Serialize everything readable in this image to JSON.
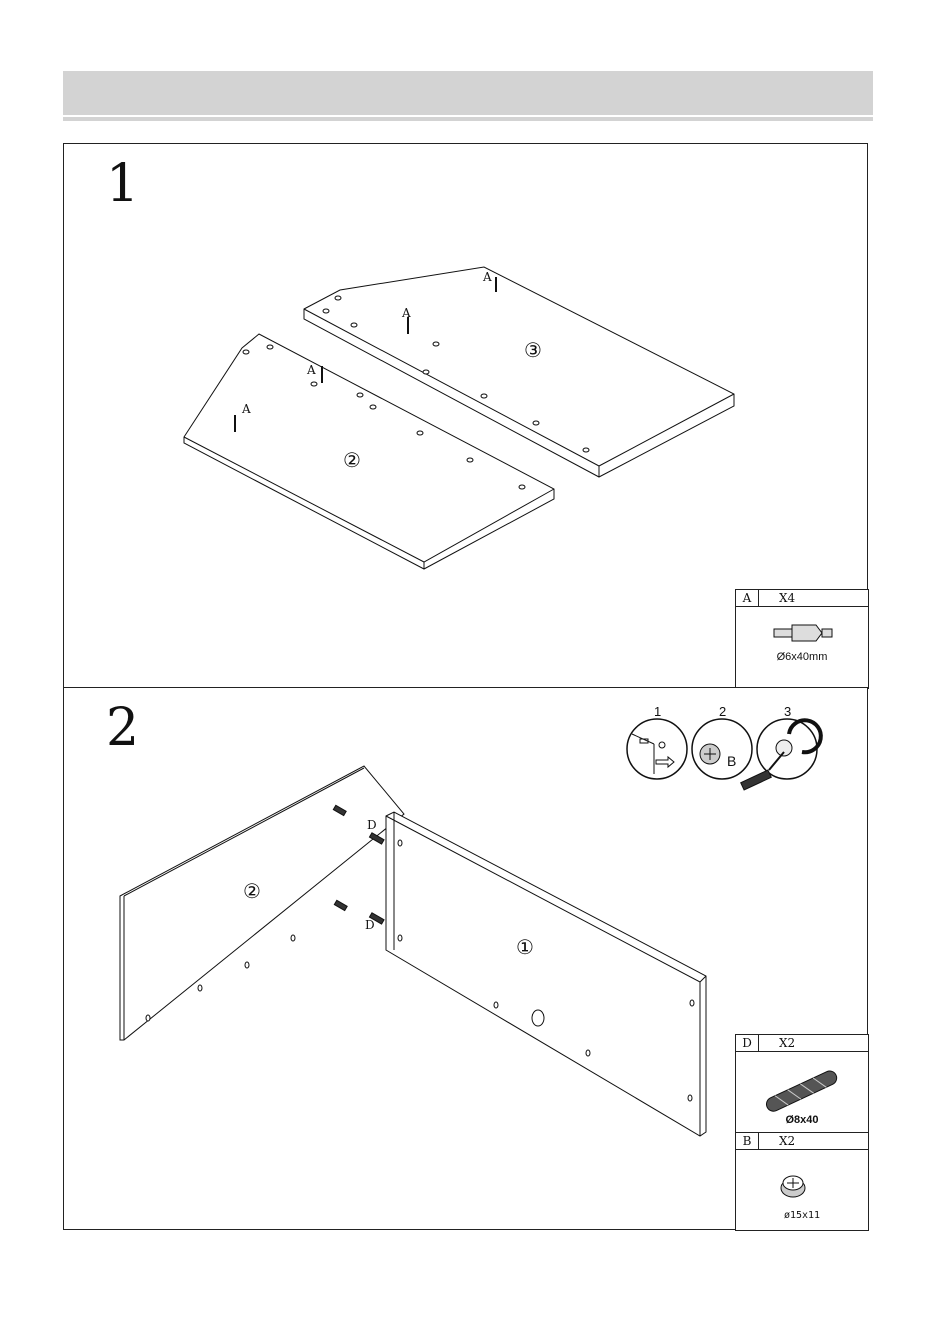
{
  "steps": [
    {
      "number": "1",
      "panel_labels": [
        "③",
        "②"
      ],
      "part_callouts": [
        "A",
        "A",
        "A",
        "A"
      ],
      "hardware": [
        {
          "letter": "A",
          "quantity": "X4",
          "size": "Ø6x40mm",
          "icon": "cam-bolt-icon"
        }
      ]
    },
    {
      "number": "2",
      "panel_labels": [
        "②",
        "①"
      ],
      "part_callouts": [
        "D",
        "D"
      ],
      "inset_steps": [
        "1",
        "2",
        "3"
      ],
      "inset_part_letter": "B",
      "hardware": [
        {
          "letter": "D",
          "quantity": "X2",
          "size": "Ø8x40",
          "icon": "wooden-dowel-icon"
        },
        {
          "letter": "B",
          "quantity": "X2",
          "size": "ø15x11",
          "icon": "cam-lock-icon"
        }
      ]
    }
  ]
}
